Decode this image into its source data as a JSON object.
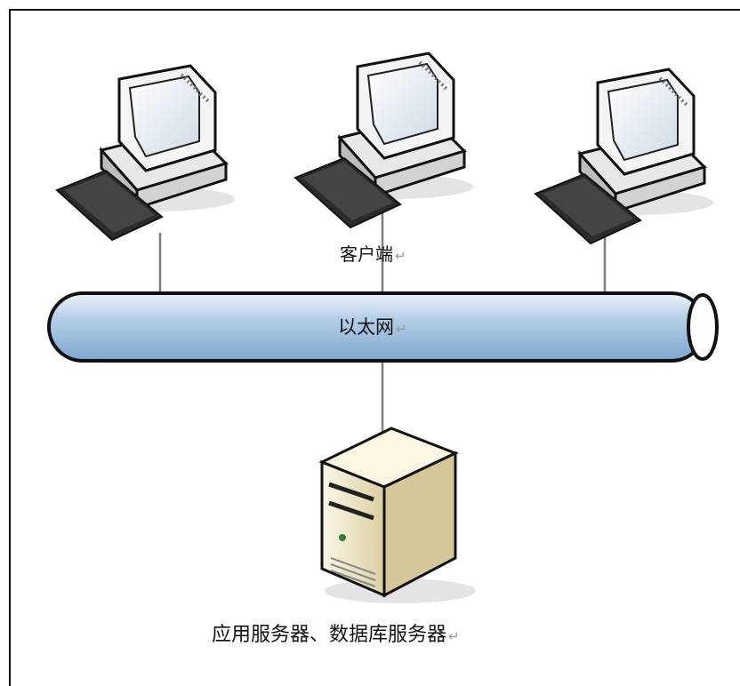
{
  "diagram": {
    "clients_label": "客户端",
    "network_label": "以太网",
    "server_label": "应用服务器、数据库服务器",
    "paragraph_mark": "↵",
    "clients": [
      {
        "icon": "desktop-computer-icon"
      },
      {
        "icon": "desktop-computer-icon"
      },
      {
        "icon": "desktop-computer-icon"
      }
    ],
    "server": {
      "icon": "tower-server-icon"
    },
    "colors": {
      "bus_fill": "#a9c6e2",
      "bus_outline": "#111111",
      "link_line": "#7f7f7f",
      "computer_body": "#f2f2f2",
      "keyboard": "#2b2b2b",
      "server_body": "#f0e9cf"
    }
  }
}
